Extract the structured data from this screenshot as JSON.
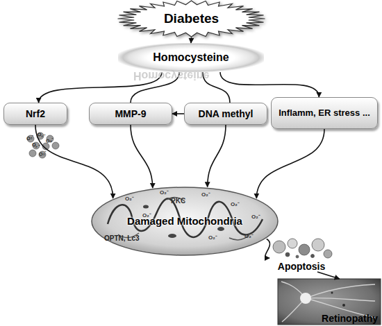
{
  "diagram": {
    "nodes": [
      {
        "text": [
          "Diabetes"
        ]
      },
      {
        "text": [
          "Homocysteine"
        ]
      },
      {
        "text": [
          "Nrf2"
        ]
      },
      {
        "text": [
          "MMP-9"
        ]
      },
      {
        "text": [
          "DNA methyl"
        ]
      },
      {
        "text": [
          "Inflamm, ER stress ..."
        ]
      },
      {
        "text": [
          "Damaged Mitochondria"
        ]
      },
      {
        "text": [
          "Apoptosis"
        ]
      },
      {
        "text": [
          "Retinopathy"
        ]
      }
    ],
    "edges": [
      {
        "from": 0,
        "to": 1,
        "arrow": "to"
      },
      {
        "from": 1,
        "to": 2,
        "arrow": "to"
      },
      {
        "from": 1,
        "to": 3,
        "arrow": "none"
      },
      {
        "from": 1,
        "to": 4,
        "arrow": "none"
      },
      {
        "from": 1,
        "to": 5,
        "arrow": "to"
      },
      {
        "from": 4,
        "to": 3,
        "arrow": "to"
      },
      {
        "from": 2,
        "to": 6,
        "arrow": "to"
      },
      {
        "from": 3,
        "to": 6,
        "arrow": "to"
      },
      {
        "from": 4,
        "to": 6,
        "arrow": "to"
      },
      {
        "from": 5,
        "to": 6,
        "arrow": "to"
      },
      {
        "from": 6,
        "to": 7,
        "arrow": "to"
      },
      {
        "from": 7,
        "to": 8,
        "arrow": "to"
      }
    ],
    "labels": [
      "Homocysteine",
      "PKC",
      "OPTN, Lc3",
      "O₂⁻",
      "O₂⁻",
      "O₂⁻",
      "O₂⁻",
      "O₂⁻",
      "O₂⁻",
      "O₂⁻",
      "O₂⁻",
      "O₂⁻",
      "O₂⁻",
      "O₂⁻",
      "O₂⁻",
      "O₂⁻"
    ]
  }
}
